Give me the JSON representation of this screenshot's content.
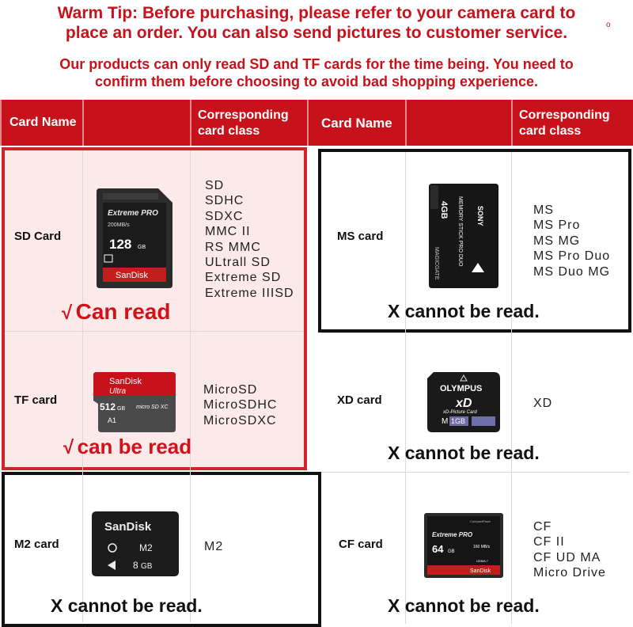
{
  "tips": {
    "line1a": "Warm Tip: Before purchasing, please refer to your camera card to",
    "line1b": "place an order. You can also send pictures to customer service.",
    "line2a": "Our products can only read SD and TF cards for the time being. You need to",
    "line2b": "confirm them before choosing to avoid bad shopping experience.",
    "dot": "o"
  },
  "header": {
    "card_name": "Card Name",
    "card_class_1": "Corresponding",
    "card_class_2": "card class"
  },
  "rows": {
    "sd": {
      "name": "SD Card",
      "classes": [
        "SD",
        "SDHC",
        "SDXC",
        "MMC II",
        "RS MMC",
        "ULtrall SD",
        "Extreme SD",
        "Extreme IIISD"
      ],
      "status": "Can read",
      "check": "√",
      "card": {
        "brand": "SanDisk",
        "line": "Extreme PRO",
        "speed": "200MB/s",
        "capacity": "128",
        "unit": "GB"
      }
    },
    "tf": {
      "name": "TF card",
      "classes": [
        "MicroSD",
        "MicroSDHC",
        "MicroSDXC"
      ],
      "status": "can be read",
      "check": "√",
      "card": {
        "brand": "SanDisk",
        "line": "Ultra",
        "capacity": "512",
        "unit": "GB",
        "logo": "micro SD XC",
        "class": "A1"
      }
    },
    "m2": {
      "name": "M2 card",
      "classes": [
        "M2"
      ],
      "status": "X cannot be read.",
      "card": {
        "brand": "SanDisk",
        "type": "M2",
        "capacity": "8",
        "unit": "GB"
      }
    },
    "ms": {
      "name": "MS card",
      "classes": [
        "MS",
        "MS Pro",
        "MS MG",
        "MS Pro Duo",
        "MS Duo MG"
      ],
      "status": "X cannot be read.",
      "card": {
        "capacity": "4GB",
        "type": "MEMORY STICK PRO DUO",
        "brand": "SONY",
        "gate": "MAGICGATE"
      }
    },
    "xd": {
      "name": "XD card",
      "classes": [
        "XD"
      ],
      "status": "X cannot be read.",
      "card": {
        "brand": "OLYMPUS",
        "logo": "xD",
        "type": "xD-Picture Card",
        "model": "M",
        "capacity": "1GB"
      }
    },
    "cf": {
      "name": "CF card",
      "classes": [
        "CF",
        "CF II",
        "CF UD MA",
        "Micro Drive"
      ],
      "status": "X cannot be read.",
      "card": {
        "line": "Extreme PRO",
        "capacity": "64",
        "unit": "GB",
        "speed": "160 MB/s",
        "brand": "SanDisk",
        "flash": "CompactFlash",
        "udma": "UDMA 7"
      }
    }
  },
  "colors": {
    "accent": "#c8121b",
    "red_box": "#d0242c",
    "tint": "#fce9e9"
  }
}
